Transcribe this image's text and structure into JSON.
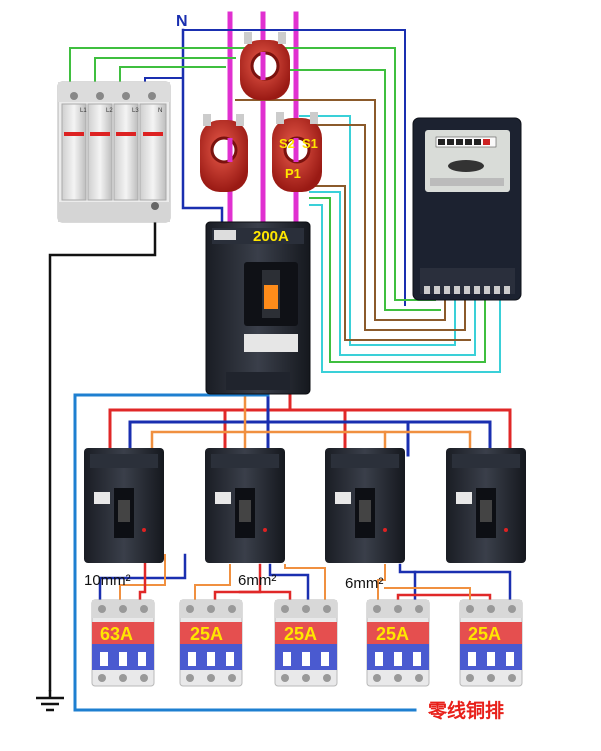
{
  "neutral_label": "N",
  "main_breaker": {
    "rating": "200A"
  },
  "ct_terminals": {
    "s2": "S2",
    "s1": "S1",
    "p1": "P1"
  },
  "spd": {
    "terminal_labels": [
      "L1",
      "L2",
      "L3",
      "N"
    ]
  },
  "wire_size_labels": [
    "10mm²",
    "6mm²",
    "6mm²"
  ],
  "mcb_ratings": [
    "63A",
    "25A",
    "25A",
    "25A",
    "25A"
  ],
  "neutral_bus_caption": "零线铜排",
  "colors": {
    "phase_magenta": "#e030d0",
    "phase_red": "#e02828",
    "neutral_blue": "#1a2fb0",
    "ground_black": "#111111",
    "busbar_blue": "#1e7fd0",
    "green": "#3fbf3f",
    "brown": "#8b5a2b",
    "cyan": "#3ad0d8",
    "orange": "#f09040",
    "label_yellow": "#ffe600",
    "caption_red": "#e8201a"
  }
}
